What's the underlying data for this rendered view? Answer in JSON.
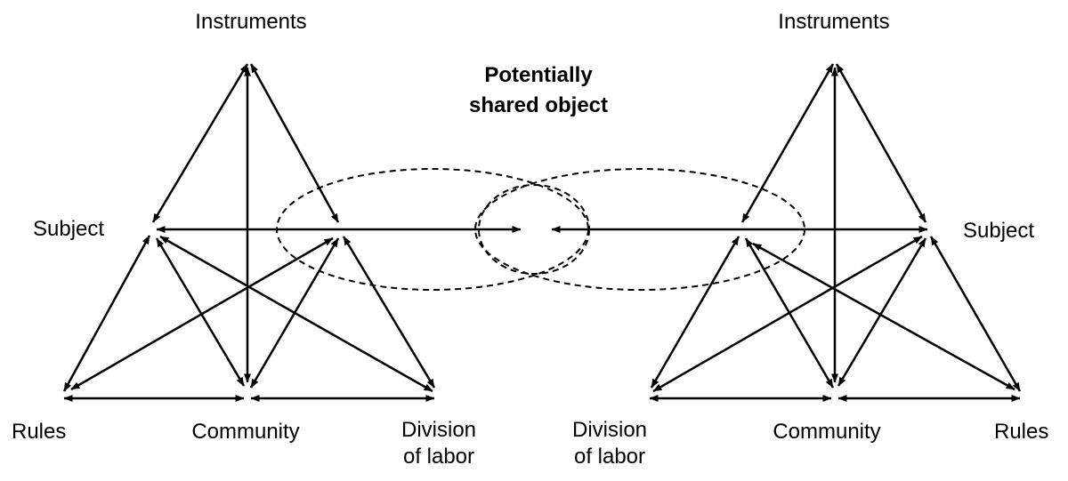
{
  "diagram": {
    "shared_object_label": "Potentially\nshared object",
    "left_system": {
      "instruments": "Instruments",
      "subject": "Subject",
      "rules": "Rules",
      "community": "Community",
      "division_of_labor": "Division\nof labor"
    },
    "right_system": {
      "instruments": "Instruments",
      "subject": "Subject",
      "rules": "Rules",
      "community": "Community",
      "division_of_labor": "Division\nof labor"
    }
  },
  "colors": {
    "stroke": "#000000",
    "text": "#000000",
    "background": "#ffffff"
  }
}
